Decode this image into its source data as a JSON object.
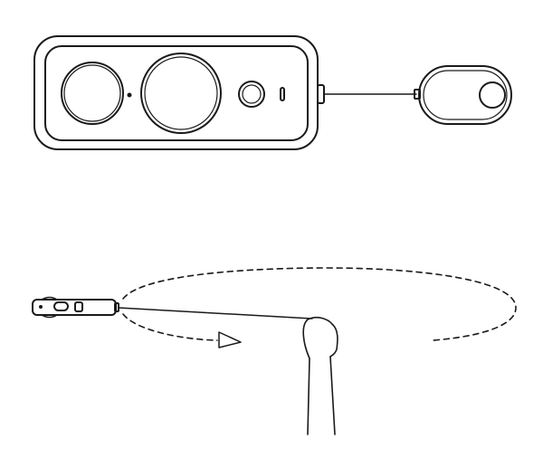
{
  "colors": {
    "line": "#1a1a1a",
    "background": "#ffffff"
  },
  "figures": [
    {
      "id": "camera-with-remote",
      "elements": [
        "camera-body",
        "lens-left",
        "lens-center",
        "shutter-button",
        "indicator-slot",
        "cable",
        "remote-control"
      ]
    },
    {
      "id": "swing-motion",
      "elements": [
        "camera-side-view",
        "tether-line",
        "hand-fist",
        "arm",
        "dashed-orbit",
        "direction-arrow"
      ]
    }
  ]
}
